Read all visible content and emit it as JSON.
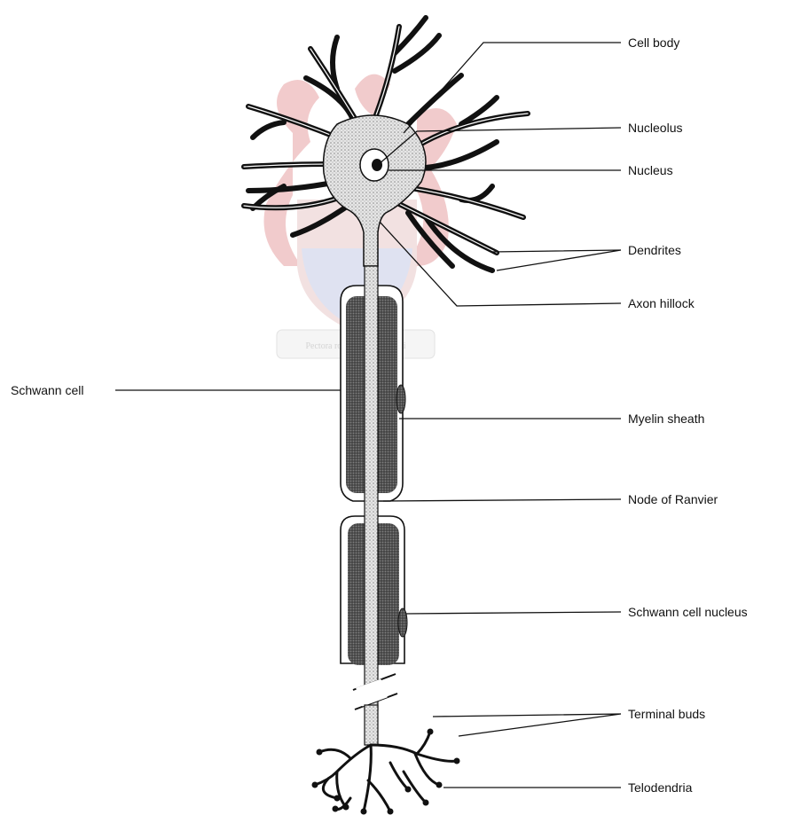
{
  "labels": {
    "cell_body": "Cell body",
    "nucleolus": "Nucleolus",
    "nucleus": "Nucleus",
    "dendrites": "Dendrites",
    "axon_hillock": "Axon hillock",
    "schwann_cell": "Schwann cell",
    "myelin_sheath": "Myelin sheath",
    "node_of_ranvier": "Node of Ranvier",
    "schwann_cell_nucleus": "Schwann cell nucleus",
    "terminal_buds": "Terminal buds",
    "telodendria": "Telodendria"
  },
  "watermark": {
    "motto": "Pectora roborant cultus recti",
    "colors": {
      "red": "#d9383c",
      "blue": "#3a4fa8"
    }
  },
  "colors": {
    "line": "#111111",
    "stipple": "#bdbdbd",
    "myelin": "#6a6a6a"
  }
}
